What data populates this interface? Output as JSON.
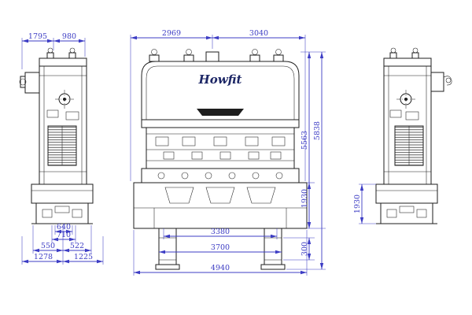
{
  "drawing": {
    "brand": "Howfit"
  },
  "dimensions": {
    "left_view_top": [
      "1795",
      "980"
    ],
    "front_view_top": [
      "2969",
      "3040"
    ],
    "front_view_vertical": [
      "5563",
      "5838",
      "1930",
      "300"
    ],
    "right_view_vertical": [
      "1930"
    ],
    "left_view_bottom": [
      "640",
      "710",
      "550",
      "522",
      "1278",
      "1225"
    ],
    "front_view_bottom": [
      "3380",
      "3700",
      "4940"
    ]
  },
  "colors": {
    "dimension": "#3c3cc4",
    "line": "#1d1d1d",
    "brand_text": "#1d2766",
    "background": "#ffffff"
  }
}
